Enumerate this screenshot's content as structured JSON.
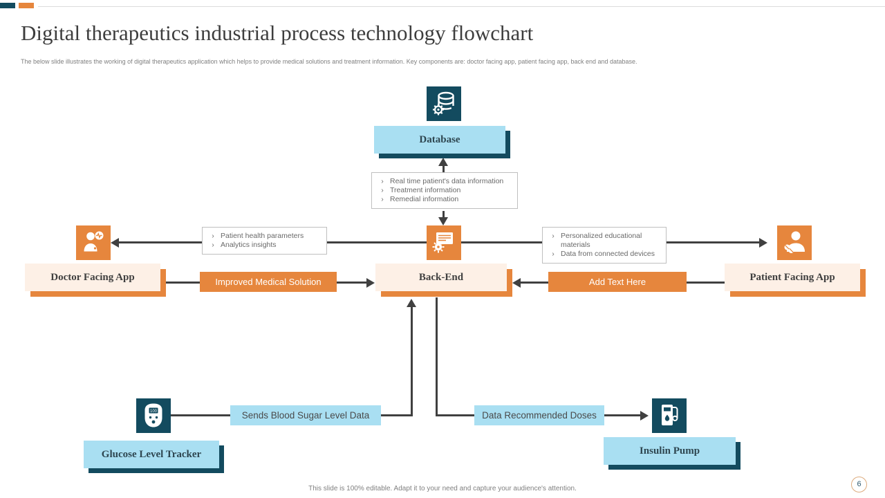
{
  "slide": {
    "title": "Digital therapeutics industrial process technology flowchart",
    "subtitle": "The below slide illustrates the working of digital therapeutics application which helps to provide medical solutions and treatment information. Key components are: doctor facing app, patient facing app, back end and database.",
    "footer": "This slide is 100% editable. Adapt it to your need and capture your audience's attention.",
    "page_number": "6"
  },
  "glyphs": {
    "bullet": "›"
  },
  "nodes": {
    "database": "Database",
    "back_end": "Back-End",
    "doctor_app": "Doctor Facing App",
    "patient_app": "Patient Facing App",
    "glucose_tracker": "Glucose Level Tracker",
    "insulin_pump": "Insulin Pump"
  },
  "connector_labels": {
    "improved_medical_solution": "Improved Medical Solution",
    "add_text_here": "Add Text Here",
    "sends_blood_sugar": "Sends Blood Sugar Level Data",
    "data_recommended_doses": "Data Recommended Doses"
  },
  "bullet_lists": {
    "database_feed": [
      "Real time patient's data information",
      "Treatment information",
      "Remedial information"
    ],
    "doctor_feed": [
      "Patient health parameters",
      "Analytics insights"
    ],
    "patient_feed": [
      "Personalized educational materials",
      "Data from connected devices"
    ]
  },
  "icons": {
    "database_icon": "database-with-gear",
    "back_end_icon": "certificate-with-gear",
    "doctor_icon": "doctor-with-pulse-badge",
    "patient_icon": "person-with-pills",
    "glucose_icon": "glucose-meter-100",
    "insulin_icon": "insulin-pump-with-drop"
  },
  "colors": {
    "teal": "#134b5f",
    "orange": "#e6863d",
    "light_blue": "#a9dff2",
    "peach": "#fdf0e6",
    "arrow": "#404040"
  }
}
